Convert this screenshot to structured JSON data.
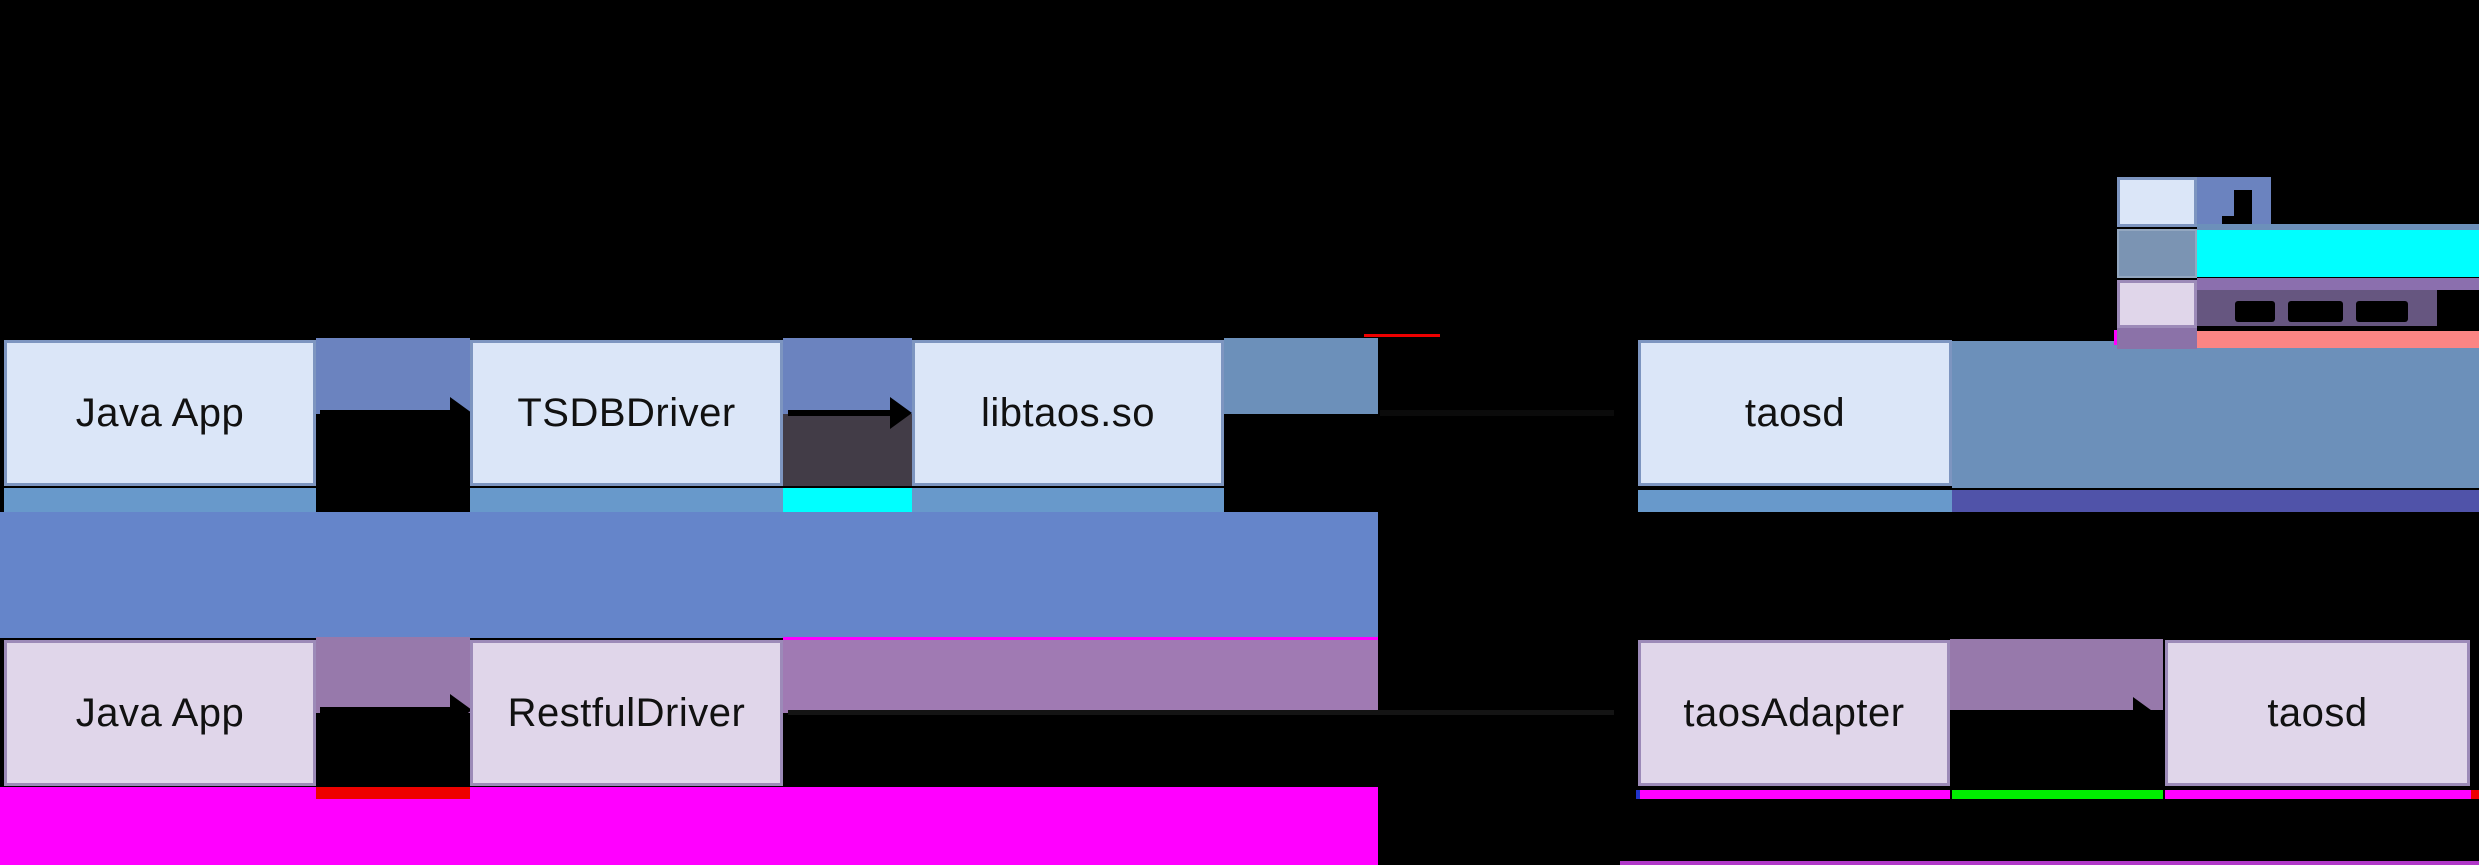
{
  "labels": {
    "jni_app": "Java App",
    "tsdb_driver": "TSDBDriver",
    "libtaos": "libtaos.so",
    "taosd_jni": "taosd",
    "rest_app": "Java App",
    "restful_driver": "RestfulDriver",
    "taos_adapter": "taosAdapter",
    "taosd_rest": "taosd"
  },
  "legend": {
    "rows": [
      {
        "swatch": "light-blue-box"
      },
      {
        "swatch": "steel-blue-box"
      },
      {
        "swatch": "lavender-box"
      },
      {
        "swatch": "purple-box"
      }
    ]
  },
  "colors": {
    "background": "#000000",
    "text": "#111111",
    "box_blue_fill": "#dbe6f8",
    "box_blue_border": "#7d95c0",
    "box_purple_fill": "#e0d6ea",
    "box_purple_border": "#9c8ab8",
    "gap_blue": "#6b83bf",
    "steel": "#6c90ba",
    "steel_strip": "#6899cb",
    "band_blue": "#6585ca",
    "indigo": "#5053a9",
    "dark_grey": "#423c47",
    "gap_purple": "#9779ab",
    "wide_purple": "#a07ab3",
    "cyan": "#00ffff",
    "magenta": "#ff00ff",
    "green": "#00ee00",
    "red": "#ee0000",
    "salmon": "#fb8584",
    "legend_purple": "#8b6fae",
    "legend_dark_purple": "#665680",
    "legend_sq_purple": "#8b72a8",
    "legend_steel_sq": "#7b94b3",
    "bottom_line": "#b038c8"
  }
}
